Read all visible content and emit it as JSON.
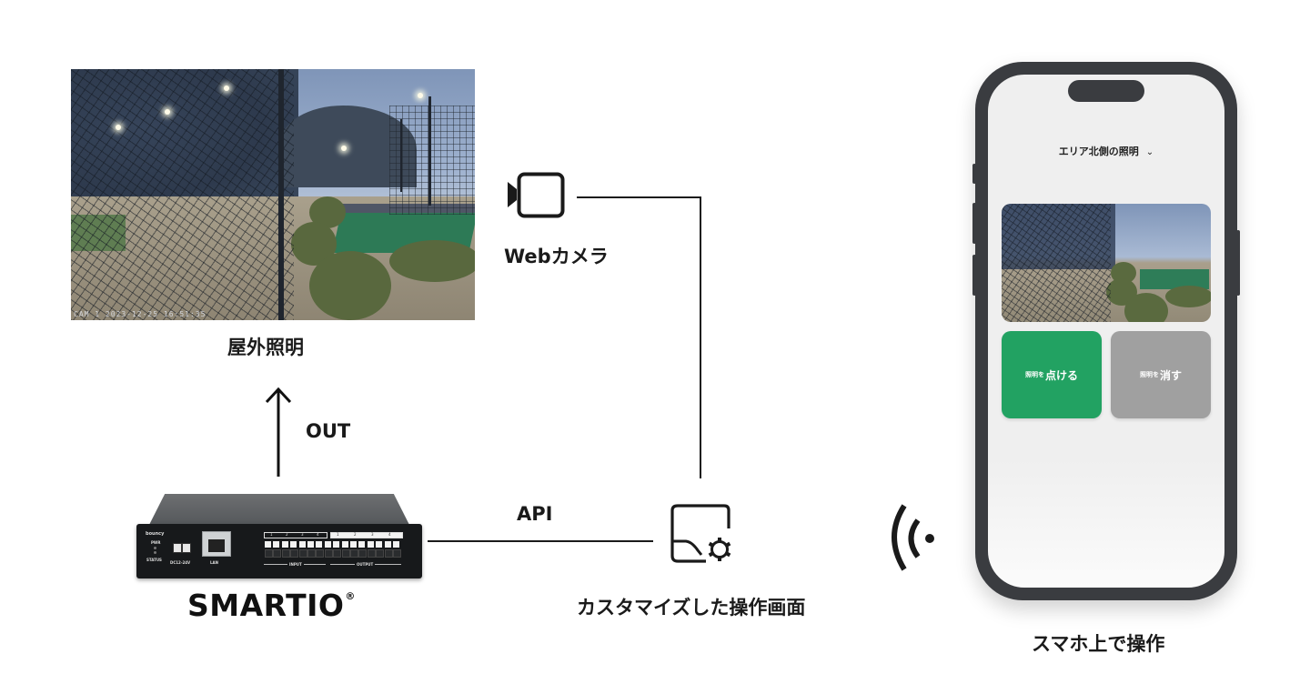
{
  "labels": {
    "outdoor_lighting": "屋外照明",
    "out": "OUT",
    "webcam": "Webカメラ",
    "api": "API",
    "custom_screen": "カスタマイズした操作画面",
    "smartphone": "スマホ上で操作"
  },
  "camera_photo": {
    "timestamp_overlay": "CAM 1 2023-12-25 16:51:35"
  },
  "device": {
    "logo": "SMARTIO",
    "registered_mark": "®",
    "brand": "bouncy",
    "pwr": "PWR",
    "status": "STATUS",
    "dc": "DC12-24V",
    "lan": "LAN",
    "input_label": "INPUT",
    "output_label": "OUTPUT",
    "input_ports": [
      "1",
      "2",
      "3",
      "4"
    ],
    "output_ports": [
      "1",
      "2",
      "3",
      "4"
    ]
  },
  "phone": {
    "area_selector": "エリア北側の照明",
    "buttons": {
      "on": {
        "prefix": "照明を",
        "action": "点ける",
        "color": "#22a262"
      },
      "off": {
        "prefix": "照明を",
        "action": "消す",
        "color": "#a0a0a0"
      }
    }
  },
  "icons": {
    "camera": "video-camera-icon",
    "custom_screen": "screen-settings-icon",
    "wireless": "wireless-signal-icon",
    "arrow": "arrow-up-icon"
  }
}
